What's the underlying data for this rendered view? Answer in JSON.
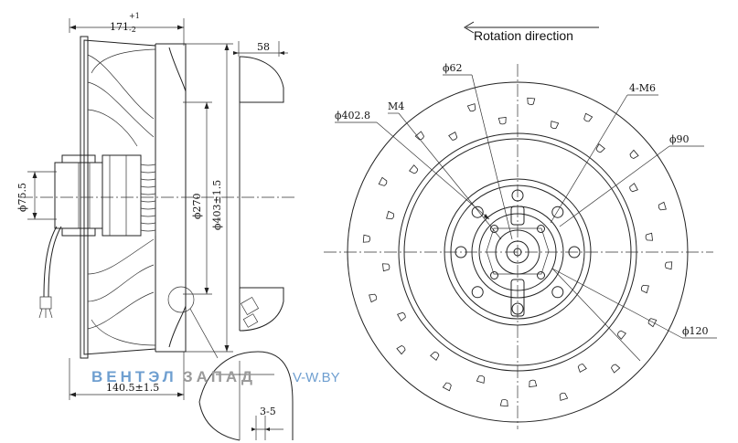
{
  "side_view": {
    "dim_overall_base": "171",
    "dim_overall_tol_upper": "+1",
    "dim_overall_tol_lower": "-2",
    "dim_outlet": "58",
    "dim_hub": "ϕ75.5",
    "dim_inlet": "ϕ270",
    "dim_outer": "ϕ403±1.5",
    "dim_length": "140.5±1.5",
    "dim_gap": "3-5"
  },
  "front_view": {
    "rotation_label": "Rotation direction",
    "dim_62": "ϕ62",
    "dim_m4": "M4",
    "dim_4m6": "4-M6",
    "dim_402": "ϕ402.8",
    "dim_90": "ϕ90",
    "dim_120": "ϕ120"
  },
  "watermark": {
    "brand_part1": "ВЕНТЭЛ",
    "brand_part2": "ЗАПАД",
    "site": "V-W.BY",
    "color_part1": "#6f9fd0",
    "color_part2": "#9a9a9a"
  }
}
